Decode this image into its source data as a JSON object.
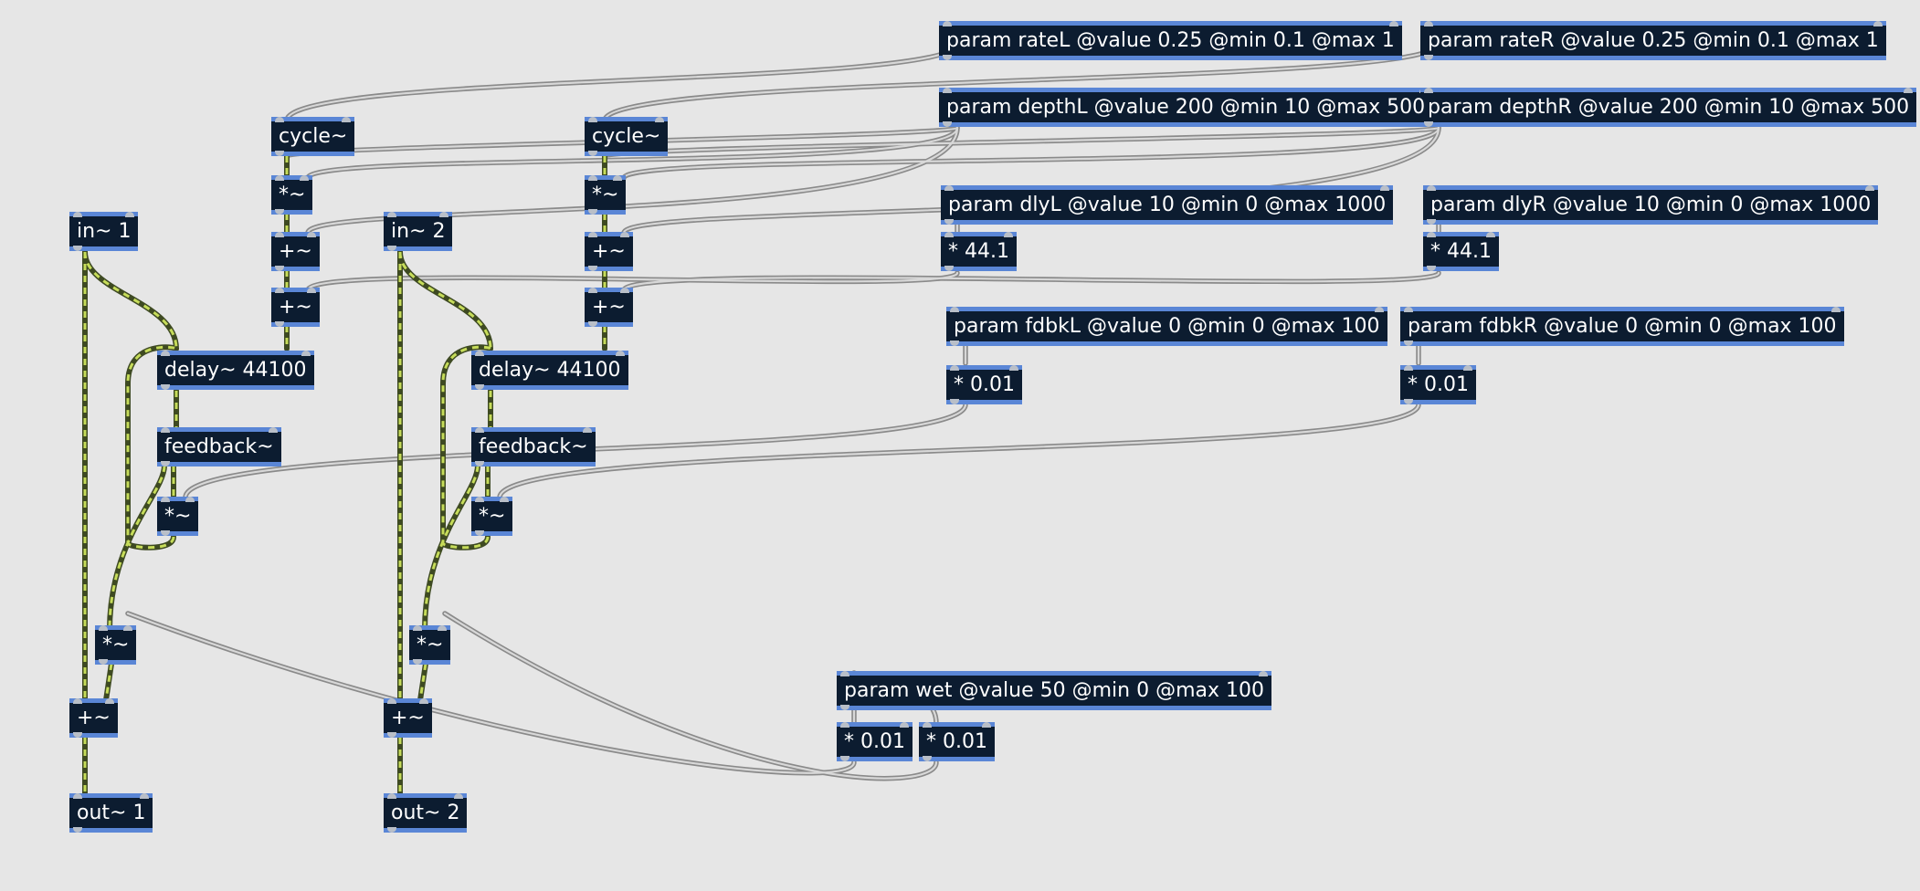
{
  "patcher": {
    "background": "#e6e6e6",
    "object_fill": "#0c1c30",
    "object_border": "#5a86d6",
    "signal_cord_color": "#c6dc5a",
    "message_cord_color": "#b0b0b0",
    "objects": {
      "in1": "in~ 1",
      "in2": "in~ 2",
      "out1": "out~ 1",
      "out2": "out~ 2",
      "cycleL": "cycle~",
      "cycleR": "cycle~",
      "mulDepthL": "*~",
      "mulDepthR": "*~",
      "addL1": "+~",
      "addR1": "+~",
      "addL2": "+~",
      "addR2": "+~",
      "delayL": "delay~ 44100",
      "delayR": "delay~ 44100",
      "feedbackL": "feedback~",
      "feedbackR": "feedback~",
      "mulFbL": "*~",
      "mulFbR": "*~",
      "mulWetL": "*~",
      "mulWetR": "*~",
      "sumL": "+~",
      "sumR": "+~",
      "rateL": "param rateL @value 0.25 @min 0.1 @max 1",
      "rateR": "param rateR @value 0.25 @min 0.1 @max 1",
      "depthL": "param depthL @value 200 @min 10 @max 500",
      "depthR": "param depthR @value 200 @min 10 @max 500",
      "dlyL": "param dlyL @value 10 @min 0 @max 1000",
      "dlyR": "param dlyR @value 10 @min 0 @max 1000",
      "mulSrL": "* 44.1",
      "mulSrR": "* 44.1",
      "fdbkL": "param fdbkL @value 0 @min 0 @max 100",
      "fdbkR": "param fdbkR @value 0 @min 0 @max 100",
      "scaleFbL": "* 0.01",
      "scaleFbR": "* 0.01",
      "wet": "param wet @value 50 @min 0 @max 100",
      "scaleWetL": "* 0.01",
      "scaleWetR": "* 0.01"
    }
  }
}
